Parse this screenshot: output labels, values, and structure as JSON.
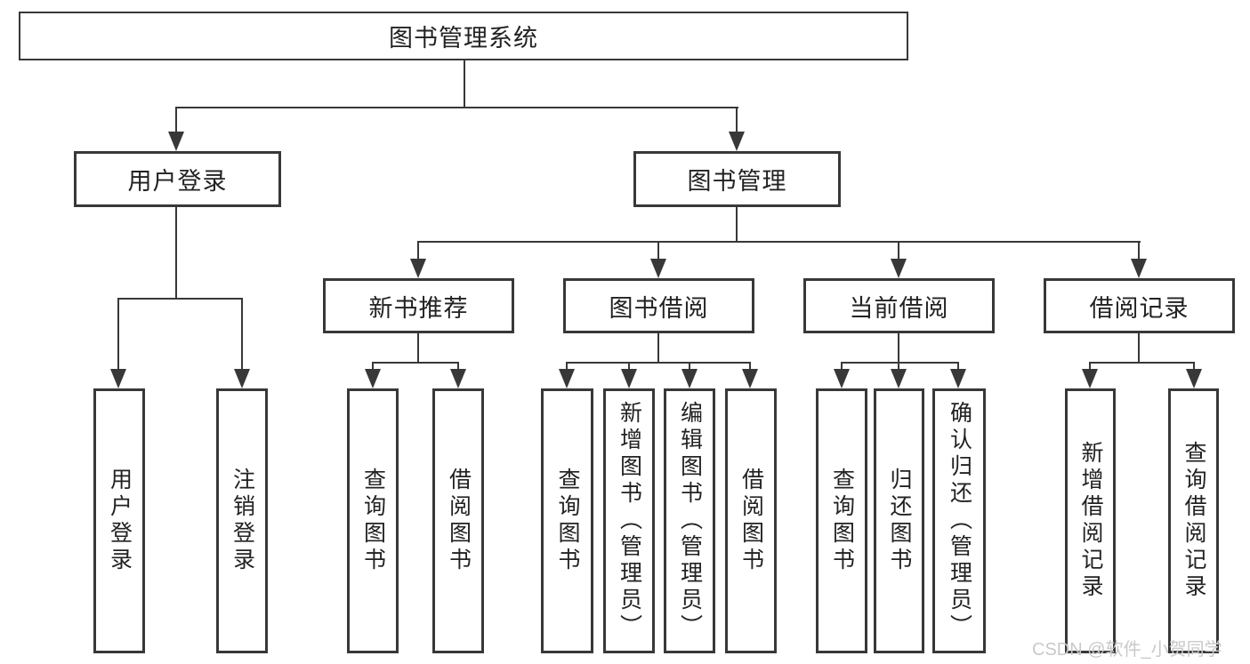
{
  "title": "图书管理系统",
  "tree": {
    "root": "图书管理系统",
    "children": [
      {
        "label": "用户登录",
        "children": [
          "用户登录",
          "注销登录"
        ]
      },
      {
        "label": "图书管理",
        "children": [
          {
            "label": "新书推荐",
            "children": [
              "查询图书",
              "借阅图书"
            ]
          },
          {
            "label": "图书借阅",
            "children": [
              "查询图书",
              "新增图书（管理员）",
              "编辑图书（管理员）",
              "借阅图书"
            ]
          },
          {
            "label": "当前借阅",
            "children": [
              "查询图书",
              "归还图书",
              "确认归还（管理员）"
            ]
          },
          {
            "label": "借阅记录",
            "children": [
              "新增借阅记录",
              "查询借阅记录"
            ]
          }
        ]
      }
    ]
  },
  "watermark": "CSDN @软件_小贺同学",
  "colors": {
    "line": "#383838",
    "box_background": "#ffffff",
    "text": "#222222",
    "watermark": "#c9c9c9",
    "page_background": "#ffffff"
  }
}
